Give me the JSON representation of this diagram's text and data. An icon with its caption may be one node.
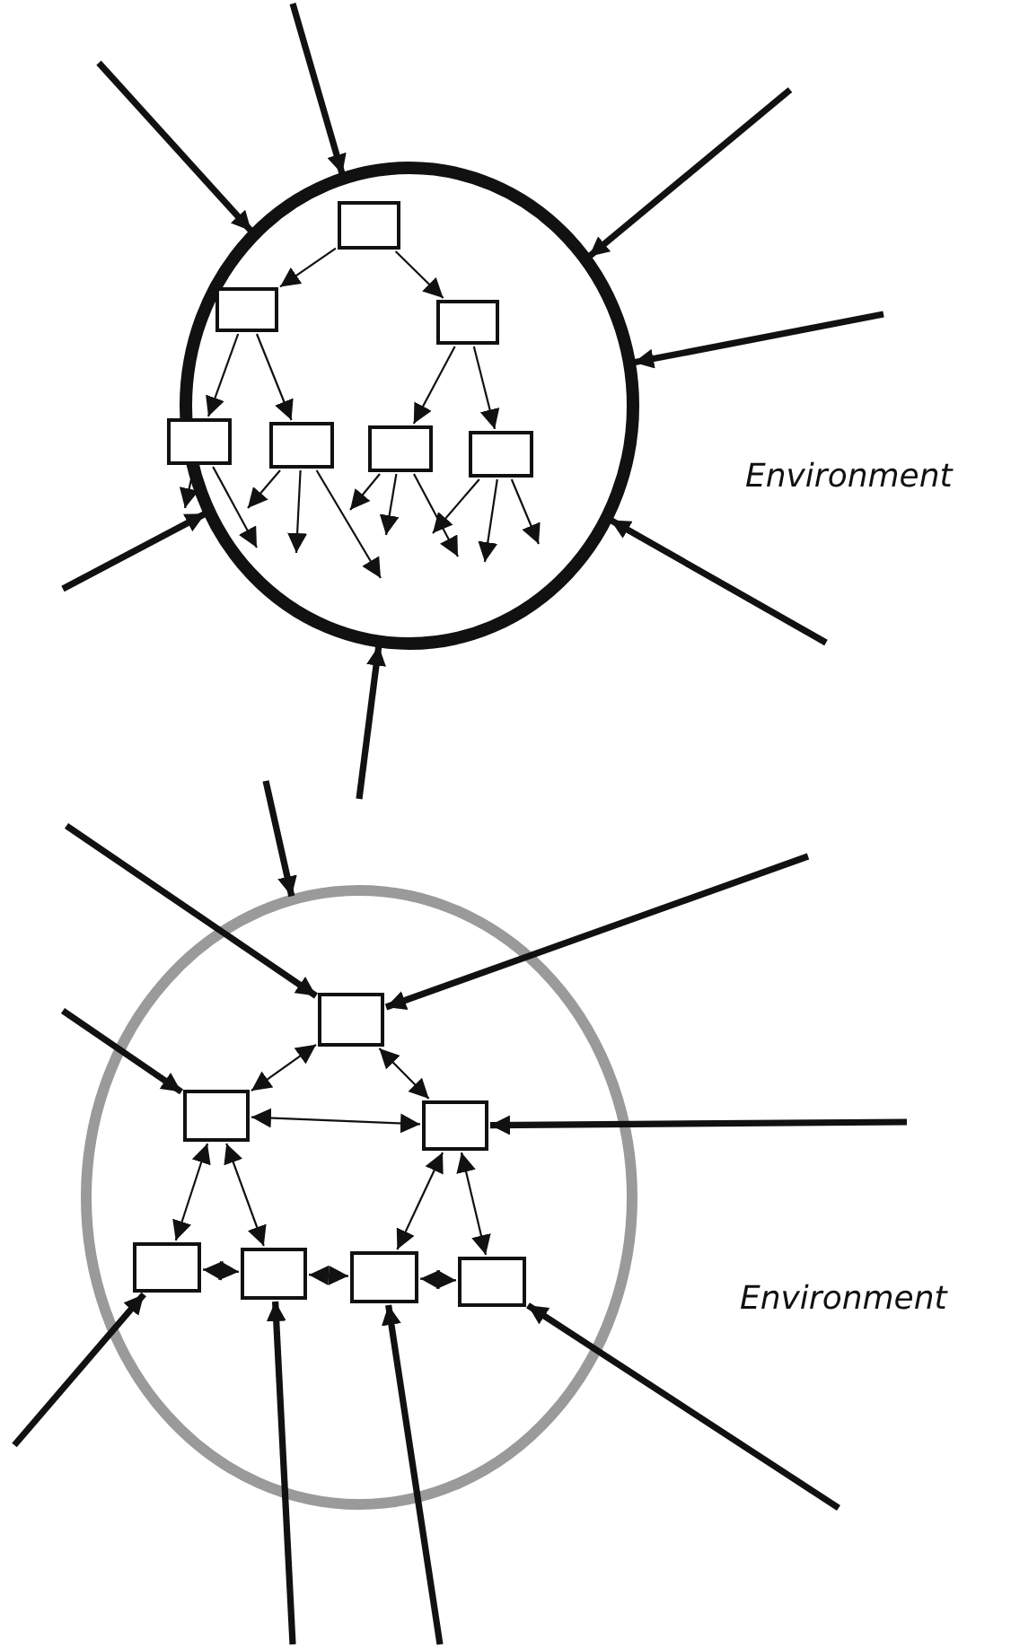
{
  "diagram": {
    "nodes": [
      {
        "text": [],
        "shape": "circle"
      },
      {
        "text": [],
        "shape": "box",
        "in": 0
      },
      {
        "text": [],
        "shape": "box",
        "in": 0
      },
      {
        "text": [],
        "shape": "box",
        "in": 0
      },
      {
        "text": [],
        "shape": "box",
        "in": 0
      },
      {
        "text": [],
        "shape": "box",
        "in": 0
      },
      {
        "text": [],
        "shape": "box",
        "in": 0
      },
      {
        "text": [],
        "shape": "box",
        "in": 0
      },
      {
        "text": [],
        "shape": "circle"
      },
      {
        "text": [],
        "shape": "box",
        "in": 8
      },
      {
        "text": [],
        "shape": "box",
        "in": 8
      },
      {
        "text": [],
        "shape": "box",
        "in": 8
      },
      {
        "text": [],
        "shape": "box",
        "in": 8
      },
      {
        "text": [],
        "shape": "box",
        "in": 8
      },
      {
        "text": [],
        "shape": "box",
        "in": 8
      },
      {
        "text": [],
        "shape": "box",
        "in": 8
      }
    ],
    "edges": [
      {
        "from": null,
        "to": 0,
        "arrow": "to",
        "style": "thick"
      },
      {
        "from": null,
        "to": 0,
        "arrow": "to",
        "style": "thick"
      },
      {
        "from": null,
        "to": 0,
        "arrow": "to",
        "style": "thick"
      },
      {
        "from": null,
        "to": 0,
        "arrow": "to",
        "style": "thick"
      },
      {
        "from": null,
        "to": 0,
        "arrow": "to",
        "style": "thick"
      },
      {
        "from": null,
        "to": 0,
        "arrow": "to",
        "style": "thick"
      },
      {
        "from": null,
        "to": 0,
        "arrow": "to",
        "style": "thick"
      },
      {
        "from": 1,
        "to": 2,
        "arrow": "to"
      },
      {
        "from": 1,
        "to": 3,
        "arrow": "to"
      },
      {
        "from": 2,
        "to": 4,
        "arrow": "to"
      },
      {
        "from": 2,
        "to": 5,
        "arrow": "to"
      },
      {
        "from": 3,
        "to": 6,
        "arrow": "to"
      },
      {
        "from": 3,
        "to": 7,
        "arrow": "to"
      },
      {
        "from": 4,
        "to": null,
        "arrow": "to"
      },
      {
        "from": 4,
        "to": null,
        "arrow": "to"
      },
      {
        "from": 5,
        "to": null,
        "arrow": "to"
      },
      {
        "from": 5,
        "to": null,
        "arrow": "to"
      },
      {
        "from": 5,
        "to": null,
        "arrow": "to"
      },
      {
        "from": 6,
        "to": null,
        "arrow": "to"
      },
      {
        "from": 6,
        "to": null,
        "arrow": "to"
      },
      {
        "from": 6,
        "to": null,
        "arrow": "to"
      },
      {
        "from": 7,
        "to": null,
        "arrow": "to"
      },
      {
        "from": 7,
        "to": null,
        "arrow": "to"
      },
      {
        "from": 7,
        "to": null,
        "arrow": "to"
      },
      {
        "from": null,
        "to": 8,
        "arrow": "to",
        "style": "thick"
      },
      {
        "from": null,
        "to": 9,
        "arrow": "to",
        "style": "thick"
      },
      {
        "from": null,
        "to": 9,
        "arrow": "to",
        "style": "thick"
      },
      {
        "from": null,
        "to": 10,
        "arrow": "to",
        "style": "thick"
      },
      {
        "from": null,
        "to": 11,
        "arrow": "to",
        "style": "thick"
      },
      {
        "from": 9,
        "to": 10,
        "arrow": "both"
      },
      {
        "from": 9,
        "to": 11,
        "arrow": "both"
      },
      {
        "from": 10,
        "to": 11,
        "arrow": "both"
      },
      {
        "from": 10,
        "to": 12,
        "arrow": "both"
      },
      {
        "from": 10,
        "to": 13,
        "arrow": "both"
      },
      {
        "from": 11,
        "to": 14,
        "arrow": "both"
      },
      {
        "from": 11,
        "to": 15,
        "arrow": "both"
      },
      {
        "from": 12,
        "to": 13,
        "arrow": "both"
      },
      {
        "from": 13,
        "to": 14,
        "arrow": "both"
      },
      {
        "from": 14,
        "to": 15,
        "arrow": "both"
      },
      {
        "from": null,
        "to": 12,
        "arrow": "to",
        "style": "thick"
      },
      {
        "from": null,
        "to": 13,
        "arrow": "to",
        "style": "thick"
      },
      {
        "from": null,
        "to": 14,
        "arrow": "to",
        "style": "thick"
      },
      {
        "from": null,
        "to": 15,
        "arrow": "to",
        "style": "thick"
      }
    ],
    "labels": [
      "Environment",
      "Environment"
    ]
  }
}
